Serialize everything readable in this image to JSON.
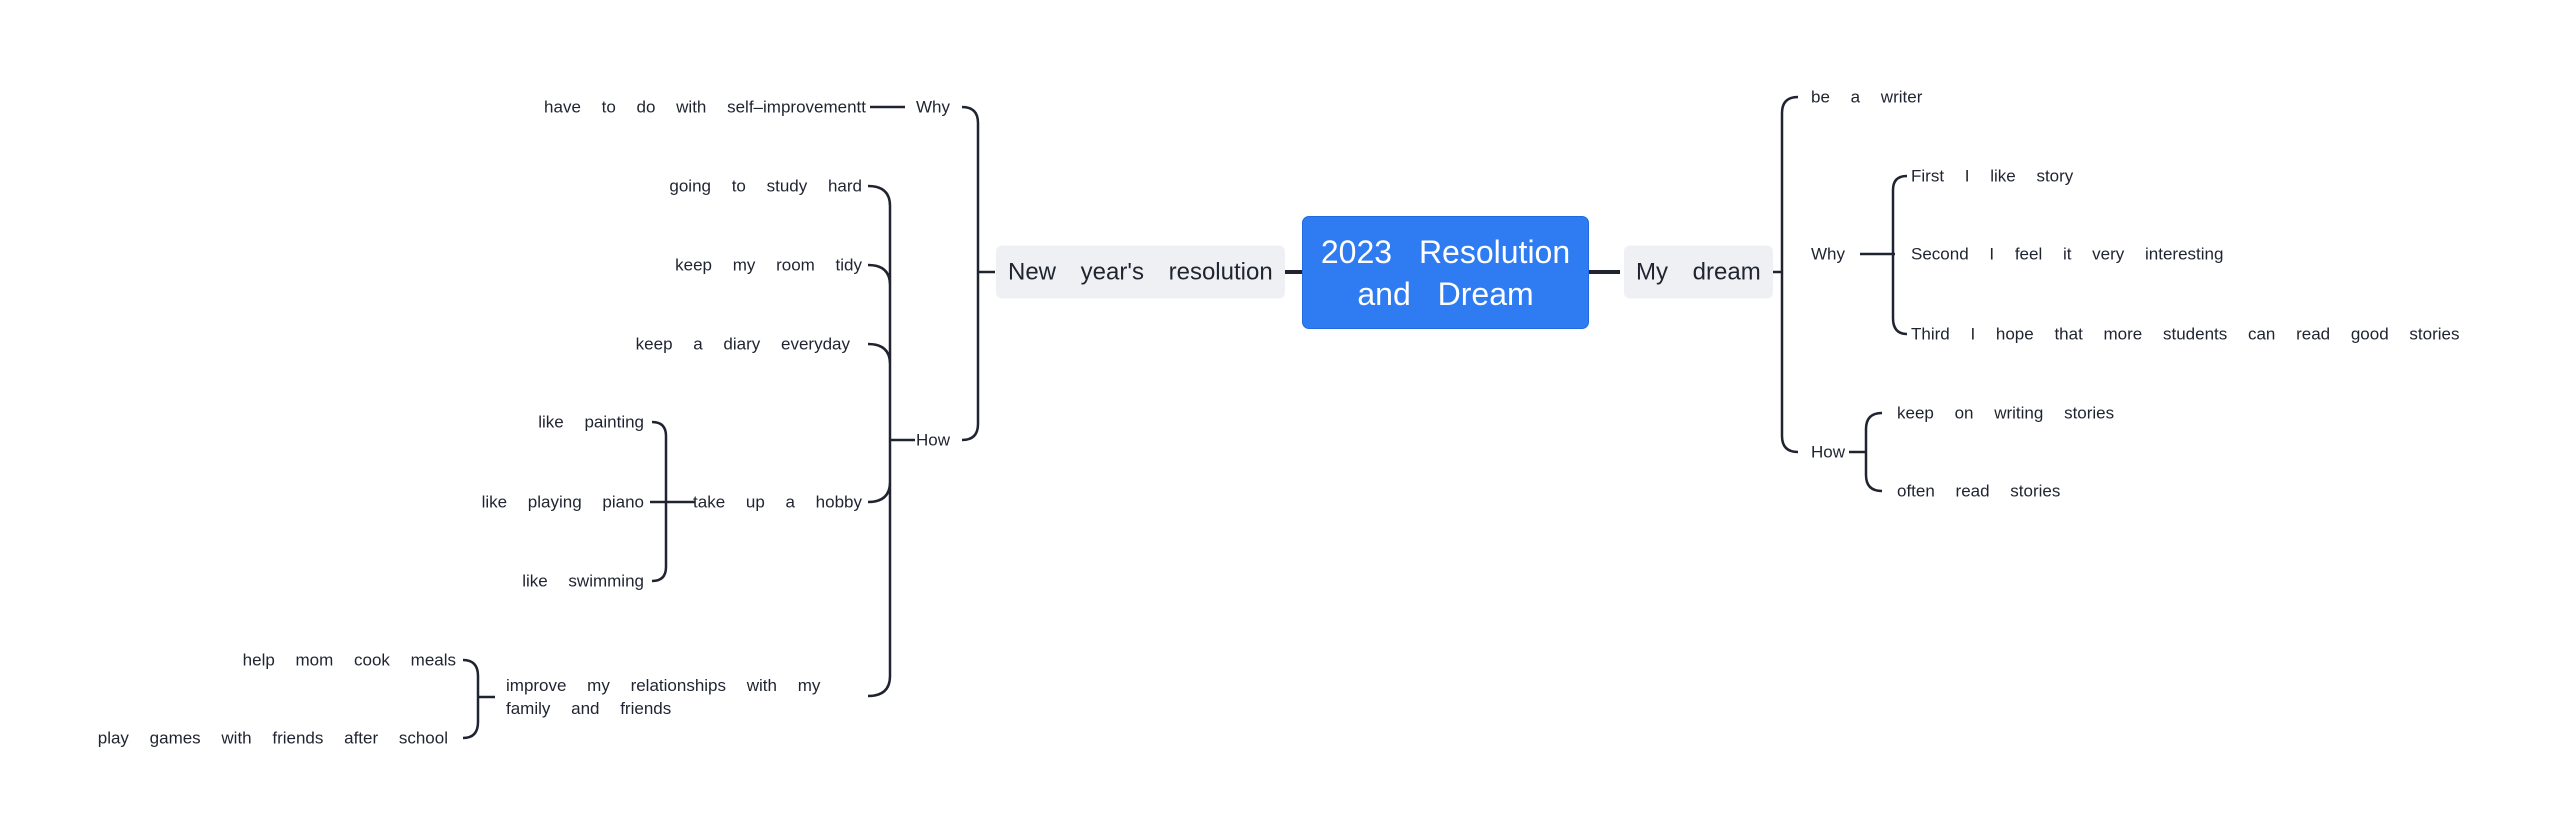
{
  "root": {
    "title": "2023 Resolution and Dream"
  },
  "left_branch": {
    "label": "New year's resolution",
    "why": {
      "label": "Why",
      "items": [
        "have to do with self–improvementt"
      ]
    },
    "how": {
      "label": "How",
      "items": [
        "going to study hard",
        "keep my room tidy",
        "keep a diary everyday",
        "take up a hobby",
        "improve my relationships with my family and friends"
      ],
      "hobby_items": [
        "like painting",
        "like playing piano",
        "like swimming"
      ],
      "relationship_items": [
        "help mom cook meals",
        "play games with friends after school"
      ]
    }
  },
  "right_branch": {
    "label": "My dream",
    "dream": "be a writer",
    "why": {
      "label": "Why",
      "items": [
        "First I like story",
        "Second I feel it very interesting",
        "Third I hope that more students can read good stories"
      ]
    },
    "how": {
      "label": "How",
      "items": [
        "keep on writing stories",
        "often read stories"
      ]
    }
  },
  "colors": {
    "root_fill": "#2f7cf2",
    "topic_fill": "#eef0f3",
    "connector": "#1f2430"
  }
}
